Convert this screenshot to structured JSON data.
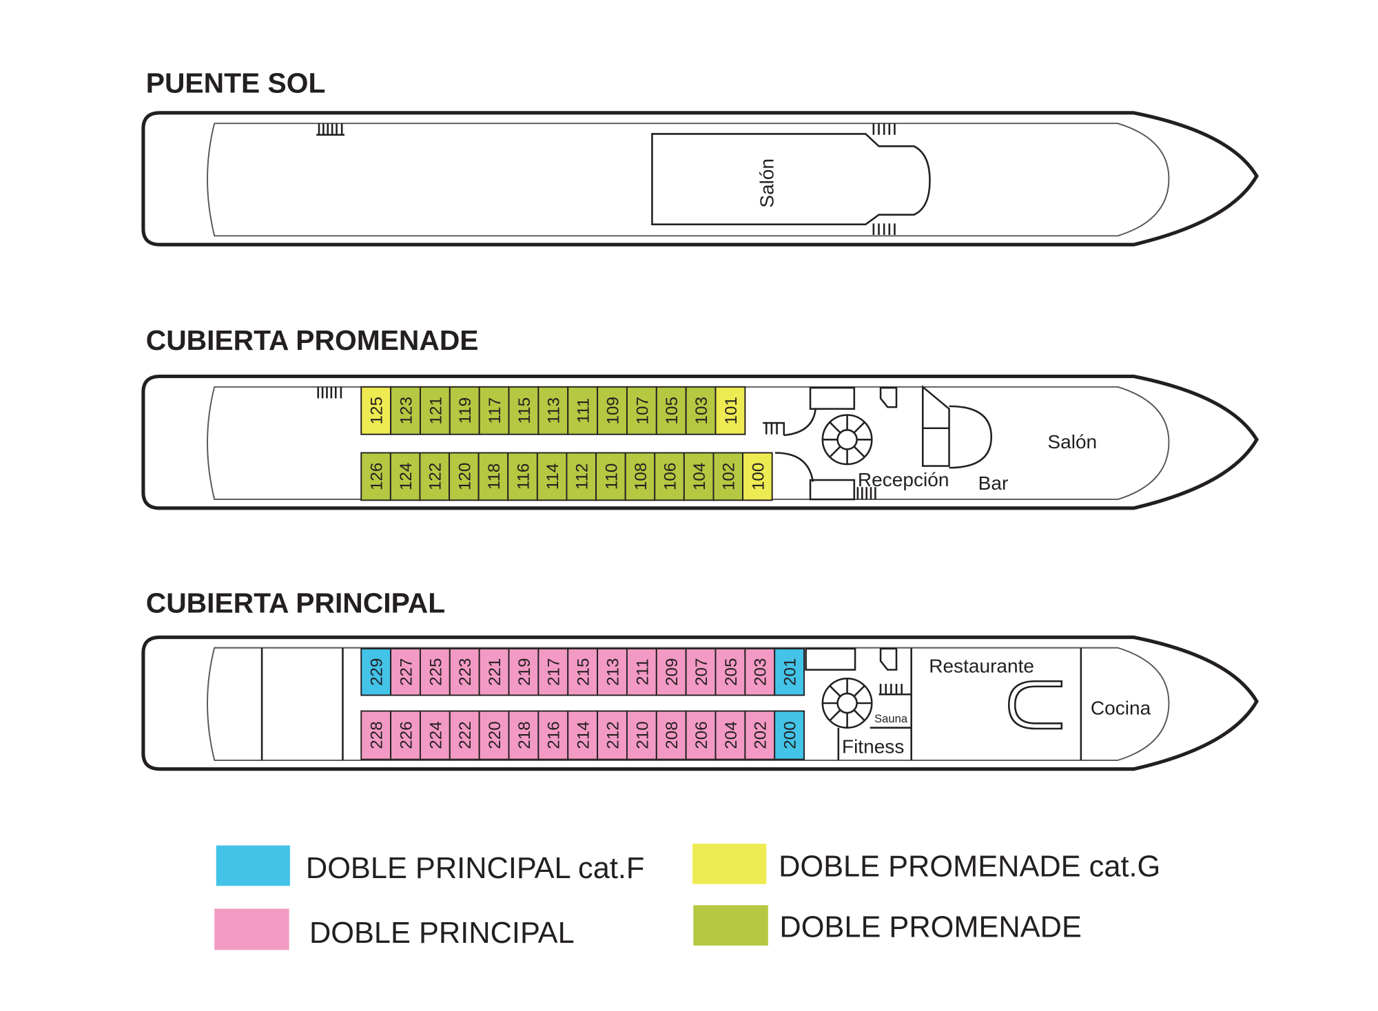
{
  "decks": {
    "sun": {
      "title": "PUENTE SOL",
      "salon": "Salón"
    },
    "promenade": {
      "title": "CUBIERTA PROMENADE",
      "reception": "Recepción",
      "bar": "Bar",
      "salon": "Salón",
      "top_row": [
        "125",
        "123",
        "121",
        "119",
        "117",
        "115",
        "113",
        "111",
        "109",
        "107",
        "105",
        "103",
        "101"
      ],
      "top_types": [
        "G",
        "P",
        "P",
        "P",
        "P",
        "P",
        "P",
        "P",
        "P",
        "P",
        "P",
        "P",
        "G"
      ],
      "bottom_row": [
        "126",
        "124",
        "122",
        "120",
        "118",
        "116",
        "114",
        "112",
        "110",
        "108",
        "106",
        "104",
        "102",
        "100"
      ],
      "bottom_types": [
        "P",
        "P",
        "P",
        "P",
        "P",
        "P",
        "P",
        "P",
        "P",
        "P",
        "P",
        "P",
        "P",
        "G"
      ]
    },
    "main": {
      "title": "CUBIERTA PRINCIPAL",
      "restaurant": "Restaurante",
      "kitchen": "Cocina",
      "sauna": "Sauna",
      "fitness": "Fitness",
      "top_row": [
        "229",
        "227",
        "225",
        "223",
        "221",
        "219",
        "217",
        "215",
        "213",
        "211",
        "209",
        "207",
        "205",
        "203",
        "201"
      ],
      "top_types": [
        "F",
        "D",
        "D",
        "D",
        "D",
        "D",
        "D",
        "D",
        "D",
        "D",
        "D",
        "D",
        "D",
        "D",
        "F"
      ],
      "bottom_row": [
        "228",
        "226",
        "224",
        "222",
        "220",
        "218",
        "216",
        "214",
        "212",
        "210",
        "208",
        "206",
        "204",
        "202",
        "200"
      ],
      "bottom_types": [
        "D",
        "D",
        "D",
        "D",
        "D",
        "D",
        "D",
        "D",
        "D",
        "D",
        "D",
        "D",
        "D",
        "D",
        "F"
      ]
    }
  },
  "legend": [
    {
      "key": "F",
      "label": "DOBLE PRINCIPAL cat.F",
      "color": "#43c3e8"
    },
    {
      "key": "D",
      "label": "DOBLE PRINCIPAL",
      "color": "#f39ac4"
    },
    {
      "key": "G",
      "label": "DOBLE PROMENADE cat.G",
      "color": "#eeea52"
    },
    {
      "key": "P",
      "label": "DOBLE PROMENADE",
      "color": "#b5c842"
    }
  ]
}
